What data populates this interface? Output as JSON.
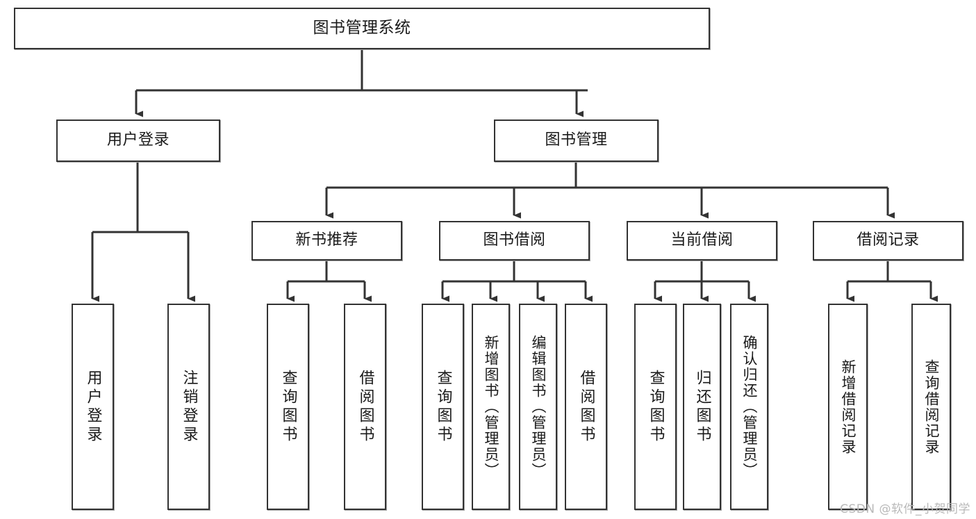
{
  "diagram": {
    "title": "图书管理系统",
    "type": "tree",
    "orientation": "top-down",
    "colors": {
      "node_border": "#333333",
      "node_fill": "#ffffff",
      "edge": "#333333",
      "text": "#1a1a1a",
      "watermark": "#b9b9b9",
      "background": "#ffffff"
    },
    "levels": {
      "root": [
        "图书管理系统"
      ],
      "level2": [
        "用户登录",
        "图书管理"
      ],
      "level3": [
        "新书推荐",
        "图书借阅",
        "当前借阅",
        "借阅记录"
      ],
      "leaves": [
        "用户登录",
        "注销登录",
        "查询图书",
        "借阅图书",
        "查询图书",
        "新增图书（管理员）",
        "编辑图书（管理员）",
        "借阅图书",
        "查询图书",
        "归还图书",
        "确认归还（管理员）",
        "新增借阅记录",
        "查询借阅记录"
      ]
    },
    "nodes": {
      "root": {
        "label": "图书管理系统"
      },
      "user_login": {
        "label": "用户登录"
      },
      "book_manage": {
        "label": "图书管理"
      },
      "new_book_rec": {
        "label": "新书推荐"
      },
      "book_borrow": {
        "label": "图书借阅"
      },
      "current_borrow": {
        "label": "当前借阅"
      },
      "borrow_record": {
        "label": "借阅记录"
      },
      "leaf_user_login": {
        "label": "用户登录"
      },
      "leaf_logout": {
        "label": "注销登录"
      },
      "leaf_query_book_a": {
        "label": "查询图书"
      },
      "leaf_borrow_book_a": {
        "label": "借阅图书"
      },
      "leaf_query_book_b": {
        "label": "查询图书"
      },
      "leaf_add_book": {
        "label": "新增图书（管理员）"
      },
      "leaf_edit_book": {
        "label": "编辑图书（管理员）"
      },
      "leaf_borrow_book_b": {
        "label": "借阅图书"
      },
      "leaf_query_book_c": {
        "label": "查询图书"
      },
      "leaf_return_book": {
        "label": "归还图书"
      },
      "leaf_confirm_return": {
        "label": "确认归还（管理员）"
      },
      "leaf_add_record": {
        "label": "新增借阅记录"
      },
      "leaf_query_record": {
        "label": "查询借阅记录"
      }
    },
    "edges": [
      {
        "from": "root",
        "to": "user_login"
      },
      {
        "from": "root",
        "to": "book_manage"
      },
      {
        "from": "book_manage",
        "to": "new_book_rec"
      },
      {
        "from": "book_manage",
        "to": "book_borrow"
      },
      {
        "from": "book_manage",
        "to": "current_borrow"
      },
      {
        "from": "book_manage",
        "to": "borrow_record"
      },
      {
        "from": "user_login",
        "to": "leaf_user_login"
      },
      {
        "from": "user_login",
        "to": "leaf_logout"
      },
      {
        "from": "new_book_rec",
        "to": "leaf_query_book_a"
      },
      {
        "from": "new_book_rec",
        "to": "leaf_borrow_book_a"
      },
      {
        "from": "book_borrow",
        "to": "leaf_query_book_b"
      },
      {
        "from": "book_borrow",
        "to": "leaf_add_book"
      },
      {
        "from": "book_borrow",
        "to": "leaf_edit_book"
      },
      {
        "from": "book_borrow",
        "to": "leaf_borrow_book_b"
      },
      {
        "from": "current_borrow",
        "to": "leaf_query_book_c"
      },
      {
        "from": "current_borrow",
        "to": "leaf_return_book"
      },
      {
        "from": "current_borrow",
        "to": "leaf_confirm_return"
      },
      {
        "from": "borrow_record",
        "to": "leaf_add_record"
      },
      {
        "from": "borrow_record",
        "to": "leaf_query_record"
      }
    ]
  },
  "watermark": {
    "text": "CSDN @软件_小贺同学"
  }
}
